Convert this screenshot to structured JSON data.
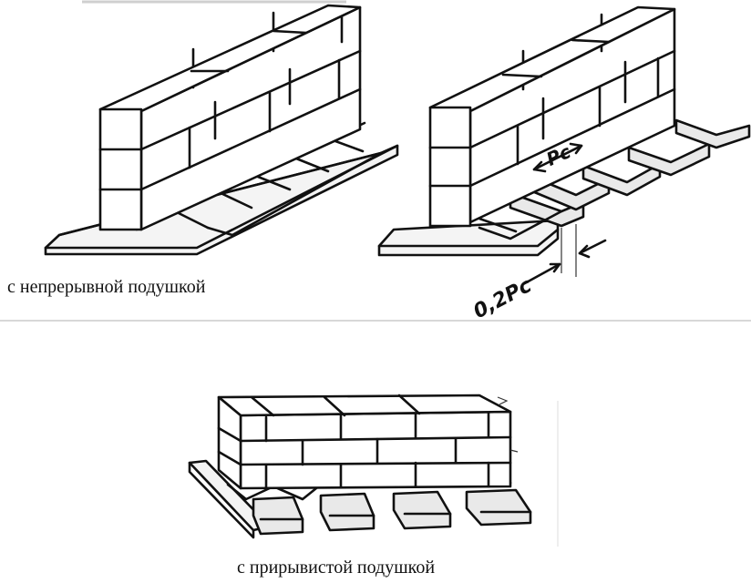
{
  "captions": {
    "continuous": "с непрерывной подушкой",
    "intermittent": "с прирывистой подушкой"
  },
  "labels": {
    "pad_width": "Pc",
    "gap": "0,2Pc"
  }
}
